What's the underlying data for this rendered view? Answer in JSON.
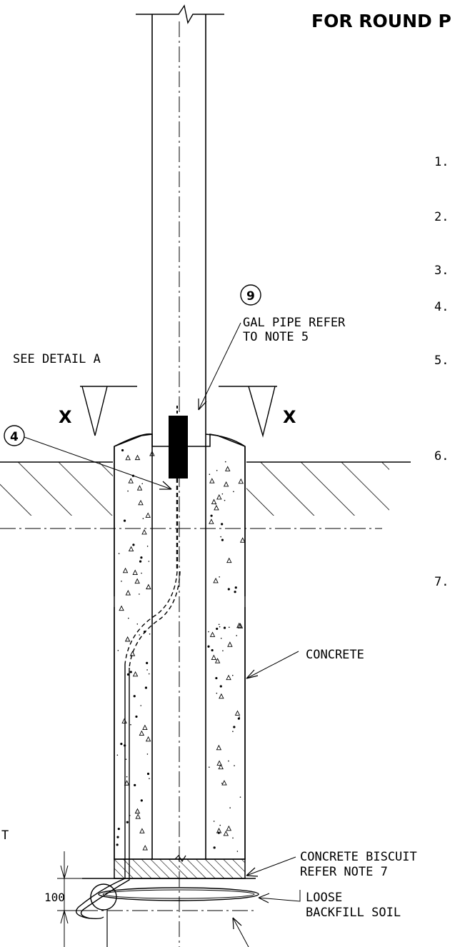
{
  "title": "FOR ROUND P",
  "labels": {
    "see_detail": "SEE DETAIL A",
    "section_left": "X",
    "section_right": "X",
    "pipe_line1": "GAL PIPE REFER",
    "pipe_line2": "TO NOTE 5",
    "concrete": "CONCRETE",
    "biscuit_line1": "CONCRETE BISCUIT",
    "biscuit_line2": "REFER NOTE 7",
    "backfill_line1": "LOOSE",
    "backfill_line2": "BACKFILL SOIL",
    "dimension": "100",
    "edge_t": "T"
  },
  "callouts": {
    "c9": "9",
    "c4": "4"
  },
  "notes": [
    "1.",
    "2.",
    "3.",
    "4.",
    "5.",
    "6.",
    "7."
  ]
}
